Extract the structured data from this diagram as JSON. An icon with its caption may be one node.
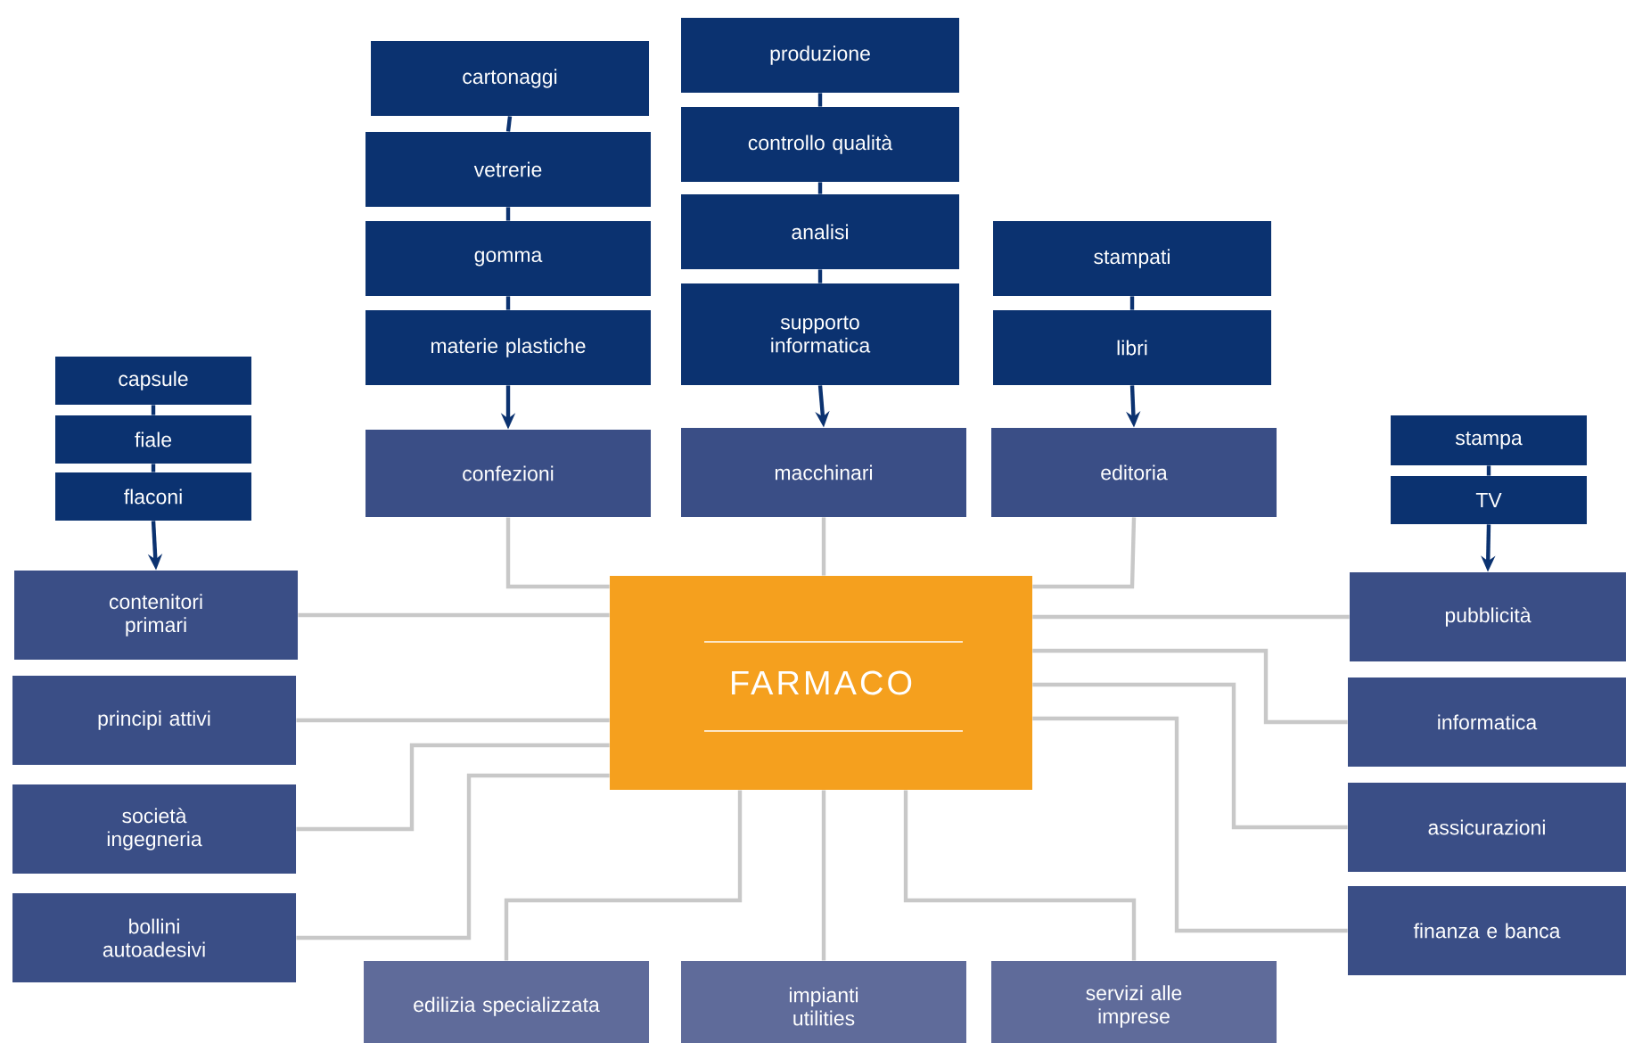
{
  "diagram": {
    "nodes": [
      {
        "text": [
          "cartonaggi"
        ]
      },
      {
        "text": [
          "vetrerie"
        ]
      },
      {
        "text": [
          "gomma"
        ]
      },
      {
        "text": [
          "materie plastiche"
        ]
      },
      {
        "text": [
          "confezioni"
        ]
      },
      {
        "text": [
          "produzione"
        ]
      },
      {
        "text": [
          "controllo qualità"
        ]
      },
      {
        "text": [
          "analisi"
        ]
      },
      {
        "text": [
          "supporto informatica"
        ]
      },
      {
        "text": [
          "macchinari"
        ]
      },
      {
        "text": [
          "stampati"
        ]
      },
      {
        "text": [
          "libri"
        ]
      },
      {
        "text": [
          "editoria"
        ]
      },
      {
        "text": [
          "capsule"
        ]
      },
      {
        "text": [
          "fiale"
        ]
      },
      {
        "text": [
          "flaconi"
        ]
      },
      {
        "text": [
          "contenitori primari"
        ]
      },
      {
        "text": [
          "stampa"
        ]
      },
      {
        "text": [
          "TV"
        ]
      },
      {
        "text": [
          "pubblicità"
        ]
      },
      {
        "text": [
          "FARMACO"
        ]
      },
      {
        "text": [
          "principi attivi"
        ]
      },
      {
        "text": [
          "informatica"
        ]
      },
      {
        "text": [
          "società ingegneria"
        ]
      },
      {
        "text": [
          "assicurazioni"
        ]
      },
      {
        "text": [
          "bollini autoadesivi"
        ]
      },
      {
        "text": [
          "finanza e banca"
        ]
      },
      {
        "text": [
          "edilizia specializzata"
        ]
      },
      {
        "text": [
          "impianti utilities"
        ]
      },
      {
        "text": [
          "servizi alle imprese"
        ]
      }
    ],
    "edges": [
      {
        "from": 0,
        "to": 1,
        "arrow": "none"
      },
      {
        "from": 1,
        "to": 2,
        "arrow": "none"
      },
      {
        "from": 2,
        "to": 3,
        "arrow": "none"
      },
      {
        "from": 3,
        "to": 4,
        "arrow": "to"
      },
      {
        "from": 5,
        "to": 6,
        "arrow": "none"
      },
      {
        "from": 6,
        "to": 7,
        "arrow": "none"
      },
      {
        "from": 7,
        "to": 8,
        "arrow": "none"
      },
      {
        "from": 8,
        "to": 9,
        "arrow": "to"
      },
      {
        "from": 10,
        "to": 11,
        "arrow": "none"
      },
      {
        "from": 11,
        "to": 12,
        "arrow": "to"
      },
      {
        "from": 13,
        "to": 14,
        "arrow": "none"
      },
      {
        "from": 14,
        "to": 15,
        "arrow": "none"
      },
      {
        "from": 15,
        "to": 16,
        "arrow": "to"
      },
      {
        "from": 17,
        "to": 18,
        "arrow": "none"
      },
      {
        "from": 18,
        "to": 19,
        "arrow": "to"
      },
      {
        "from": 4,
        "to": 20,
        "arrow": "none",
        "color": "#c8c8c8"
      },
      {
        "from": 9,
        "to": 20,
        "arrow": "none",
        "color": "#c8c8c8"
      },
      {
        "from": 12,
        "to": 20,
        "arrow": "none",
        "color": "#c8c8c8"
      },
      {
        "from": 16,
        "to": 20,
        "arrow": "none",
        "color": "#c8c8c8"
      },
      {
        "from": 21,
        "to": 20,
        "arrow": "none",
        "color": "#c8c8c8"
      },
      {
        "from": 23,
        "to": 20,
        "arrow": "none",
        "color": "#c8c8c8"
      },
      {
        "from": 25,
        "to": 20,
        "arrow": "none",
        "color": "#c8c8c8"
      },
      {
        "from": 19,
        "to": 20,
        "arrow": "none",
        "color": "#c8c8c8"
      },
      {
        "from": 22,
        "to": 20,
        "arrow": "none",
        "color": "#c8c8c8"
      },
      {
        "from": 24,
        "to": 20,
        "arrow": "none",
        "color": "#c8c8c8"
      },
      {
        "from": 26,
        "to": 20,
        "arrow": "none",
        "color": "#c8c8c8"
      },
      {
        "from": 27,
        "to": 20,
        "arrow": "none",
        "color": "#c8c8c8"
      },
      {
        "from": 28,
        "to": 20,
        "arrow": "none",
        "color": "#c8c8c8"
      },
      {
        "from": 29,
        "to": 20,
        "arrow": "none",
        "color": "#c8c8c8"
      }
    ]
  }
}
